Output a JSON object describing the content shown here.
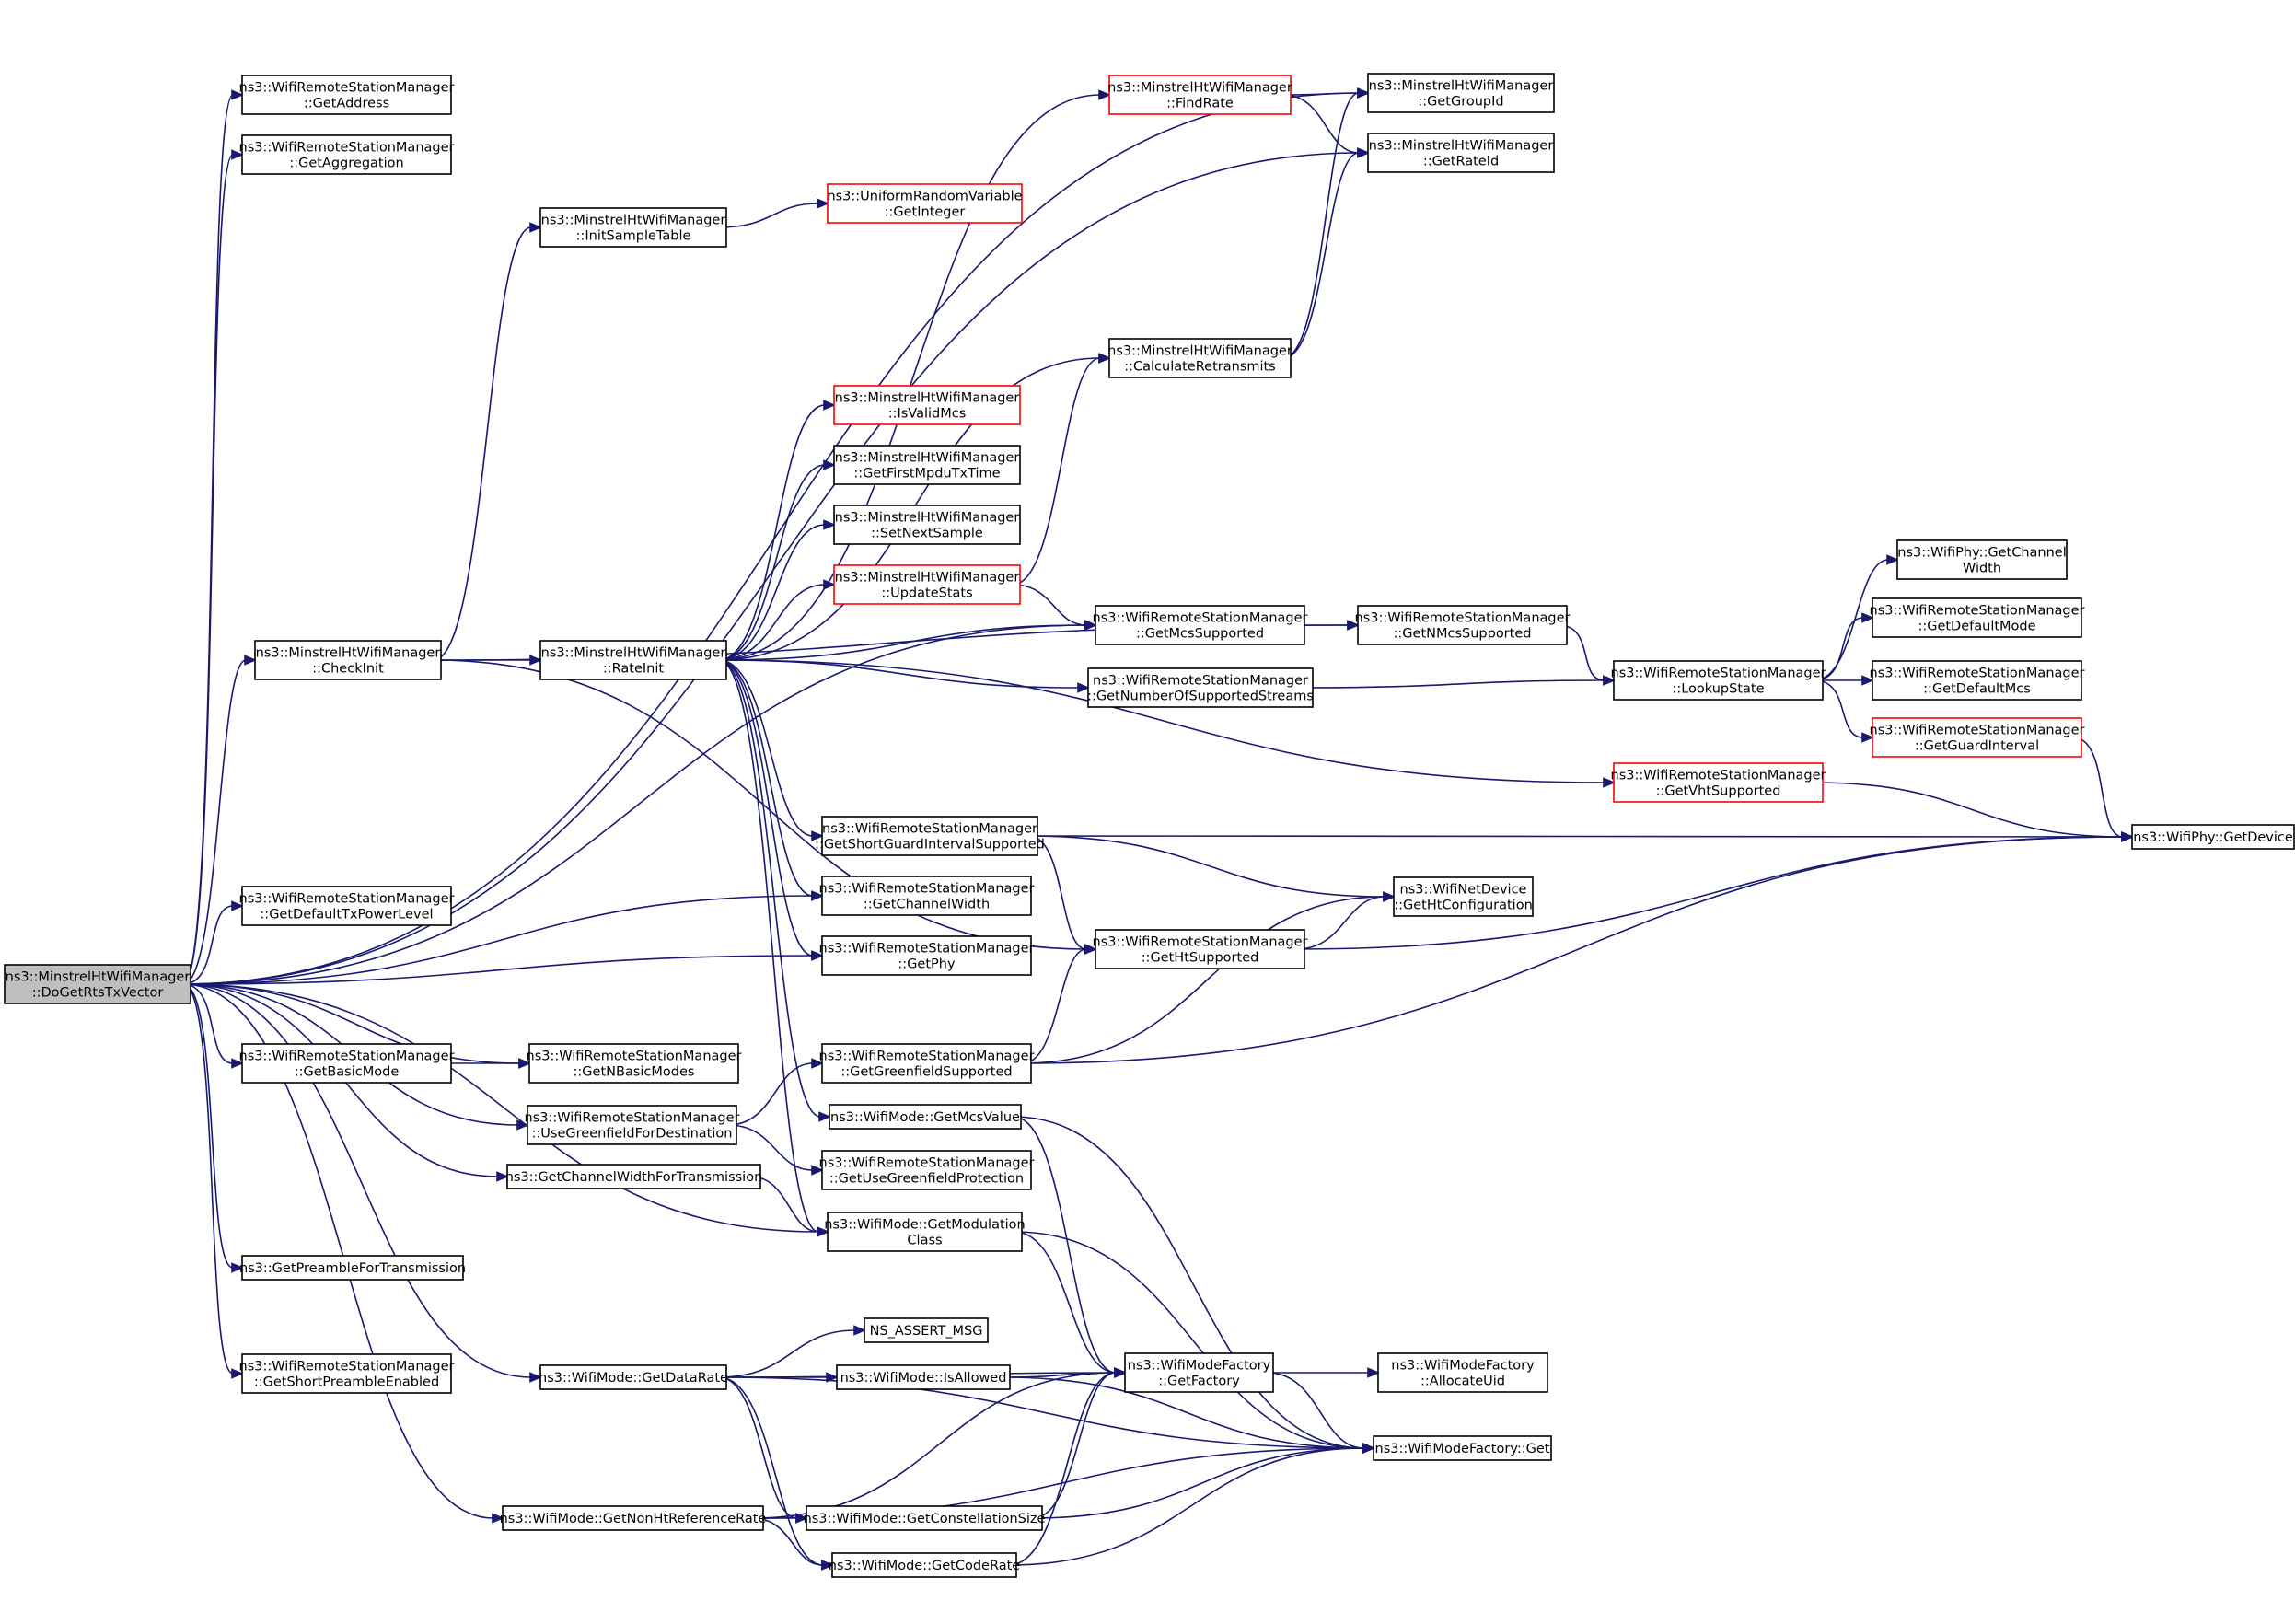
{
  "nodes": [
    {
      "id": "root",
      "lines": [
        "ns3::MinstrelHtWifiManager",
        "::DoGetRtsTxVector"
      ],
      "style": "root"
    },
    {
      "id": "getaddress",
      "lines": [
        "ns3::WifiRemoteStationManager",
        "::GetAddress"
      ]
    },
    {
      "id": "getaggregation",
      "lines": [
        "ns3::WifiRemoteStationManager",
        "::GetAggregation"
      ]
    },
    {
      "id": "checkinit",
      "lines": [
        "ns3::MinstrelHtWifiManager",
        "::CheckInit"
      ]
    },
    {
      "id": "gettxpower",
      "lines": [
        "ns3::WifiRemoteStationManager",
        "::GetDefaultTxPowerLevel"
      ]
    },
    {
      "id": "getbasicmode",
      "lines": [
        "ns3::WifiRemoteStationManager",
        "::GetBasicMode"
      ]
    },
    {
      "id": "getpreamble",
      "lines": [
        "ns3::GetPreambleForTransmission"
      ]
    },
    {
      "id": "getshortpreamble",
      "lines": [
        "ns3::WifiRemoteStationManager",
        "::GetShortPreambleEnabled"
      ]
    },
    {
      "id": "initsampletable",
      "lines": [
        "ns3::MinstrelHtWifiManager",
        "::InitSampleTable"
      ]
    },
    {
      "id": "rateinit",
      "lines": [
        "ns3::MinstrelHtWifiManager",
        "::RateInit"
      ]
    },
    {
      "id": "usegreenfield",
      "lines": [
        "ns3::WifiRemoteStationManager",
        "::UseGreenfieldForDestination"
      ]
    },
    {
      "id": "getchwidthfortx",
      "lines": [
        "ns3::GetChannelWidthForTransmission"
      ]
    },
    {
      "id": "getdatarate",
      "lines": [
        "ns3::WifiMode::GetDataRate"
      ]
    },
    {
      "id": "getnonht",
      "lines": [
        "ns3::WifiMode::GetNonHtReferenceRate"
      ]
    },
    {
      "id": "getnbasicmodes",
      "lines": [
        "ns3::WifiRemoteStationManager",
        "::GetNBasicModes"
      ]
    },
    {
      "id": "getinteger",
      "lines": [
        "ns3::UniformRandomVariable",
        "::GetInteger"
      ],
      "style": "trunc"
    },
    {
      "id": "isvalidmcs",
      "lines": [
        "ns3::MinstrelHtWifiManager",
        "::IsValidMcs"
      ],
      "style": "trunc"
    },
    {
      "id": "getfirstmpdu",
      "lines": [
        "ns3::MinstrelHtWifiManager",
        "::GetFirstMpduTxTime"
      ]
    },
    {
      "id": "setnextsample",
      "lines": [
        "ns3::MinstrelHtWifiManager",
        "::SetNextSample"
      ]
    },
    {
      "id": "updatestats",
      "lines": [
        "ns3::MinstrelHtWifiManager",
        "::UpdateStats"
      ],
      "style": "trunc"
    },
    {
      "id": "getsgisupported",
      "lines": [
        "ns3::WifiRemoteStationManager",
        "::GetShortGuardIntervalSupported"
      ]
    },
    {
      "id": "getchannelwidth",
      "lines": [
        "ns3::WifiRemoteStationManager",
        "::GetChannelWidth"
      ]
    },
    {
      "id": "getphy",
      "lines": [
        "ns3::WifiRemoteStationManager",
        "::GetPhy"
      ]
    },
    {
      "id": "getgreenfieldsupp",
      "lines": [
        "ns3::WifiRemoteStationManager",
        "::GetGreenfieldSupported"
      ]
    },
    {
      "id": "getmcsvalue",
      "lines": [
        "ns3::WifiMode::GetMcsValue"
      ]
    },
    {
      "id": "getusegfprot",
      "lines": [
        "ns3::WifiRemoteStationManager",
        "::GetUseGreenfieldProtection"
      ]
    },
    {
      "id": "getmodclass",
      "lines": [
        "ns3::WifiMode::GetModulation",
        "Class"
      ]
    },
    {
      "id": "nsassert",
      "lines": [
        "NS_ASSERT_MSG"
      ]
    },
    {
      "id": "isallowed",
      "lines": [
        "ns3::WifiMode::IsAllowed"
      ]
    },
    {
      "id": "getconstsize",
      "lines": [
        "ns3::WifiMode::GetConstellationSize"
      ]
    },
    {
      "id": "getcoderate",
      "lines": [
        "ns3::WifiMode::GetCodeRate"
      ]
    },
    {
      "id": "findrate",
      "lines": [
        "ns3::MinstrelHtWifiManager",
        "::FindRate"
      ],
      "style": "trunc"
    },
    {
      "id": "calcretrans",
      "lines": [
        "ns3::MinstrelHtWifiManager",
        "::CalculateRetransmits"
      ]
    },
    {
      "id": "getmcssupported",
      "lines": [
        "ns3::WifiRemoteStationManager",
        "::GetMcsSupported"
      ]
    },
    {
      "id": "getnumstreams",
      "lines": [
        "ns3::WifiRemoteStationManager",
        "::GetNumberOfSupportedStreams"
      ]
    },
    {
      "id": "gethtsupported",
      "lines": [
        "ns3::WifiRemoteStationManager",
        "::GetHtSupported"
      ]
    },
    {
      "id": "getfactory",
      "lines": [
        "ns3::WifiModeFactory",
        "::GetFactory"
      ]
    },
    {
      "id": "getgroupid",
      "lines": [
        "ns3::MinstrelHtWifiManager",
        "::GetGroupId"
      ]
    },
    {
      "id": "getrateid",
      "lines": [
        "ns3::MinstrelHtWifiManager",
        "::GetRateId"
      ]
    },
    {
      "id": "getnmcssupported",
      "lines": [
        "ns3::WifiRemoteStationManager",
        "::GetNMcsSupported"
      ]
    },
    {
      "id": "gethtconfig",
      "lines": [
        "ns3::WifiNetDevice",
        "::GetHtConfiguration"
      ]
    },
    {
      "id": "allocateuid",
      "lines": [
        "ns3::WifiModeFactory",
        "::AllocateUid"
      ]
    },
    {
      "id": "wmfget",
      "lines": [
        "ns3::WifiModeFactory::Get"
      ]
    },
    {
      "id": "getvhtsupported",
      "lines": [
        "ns3::WifiRemoteStationManager",
        "::GetVhtSupported"
      ],
      "style": "trunc"
    },
    {
      "id": "lookupstate",
      "lines": [
        "ns3::WifiRemoteStationManager",
        "::LookupState"
      ]
    },
    {
      "id": "phygetchwidth",
      "lines": [
        "ns3::WifiPhy::GetChannel",
        "Width"
      ]
    },
    {
      "id": "getdefaultmode",
      "lines": [
        "ns3::WifiRemoteStationManager",
        "::GetDefaultMode"
      ]
    },
    {
      "id": "getdefaultmcs",
      "lines": [
        "ns3::WifiRemoteStationManager",
        "::GetDefaultMcs"
      ]
    },
    {
      "id": "getguardinterval",
      "lines": [
        "ns3::WifiRemoteStationManager",
        "::GetGuardInterval"
      ],
      "style": "trunc"
    },
    {
      "id": "phygetdevice",
      "lines": [
        "ns3::WifiPhy::GetDevice"
      ]
    }
  ],
  "edges": [
    [
      "root",
      "getaddress"
    ],
    [
      "root",
      "getaggregation"
    ],
    [
      "root",
      "checkinit"
    ],
    [
      "root",
      "gettxpower"
    ],
    [
      "root",
      "getbasicmode"
    ],
    [
      "root",
      "getpreamble"
    ],
    [
      "root",
      "getshortpreamble"
    ],
    [
      "root",
      "usegreenfield"
    ],
    [
      "root",
      "getchwidthfortx"
    ],
    [
      "root",
      "getdatarate"
    ],
    [
      "root",
      "getnonht"
    ],
    [
      "root",
      "getnbasicmodes"
    ],
    [
      "root",
      "getchannelwidth"
    ],
    [
      "root",
      "getphy"
    ],
    [
      "root",
      "getmodclass"
    ],
    [
      "root",
      "getmcssupported"
    ],
    [
      "root",
      "getgroupid"
    ],
    [
      "root",
      "getrateid"
    ],
    [
      "checkinit",
      "initsampletable"
    ],
    [
      "checkinit",
      "rateinit"
    ],
    [
      "checkinit",
      "gethtsupported"
    ],
    [
      "checkinit",
      "getnmcssupported"
    ],
    [
      "initsampletable",
      "getinteger"
    ],
    [
      "rateinit",
      "findrate"
    ],
    [
      "rateinit",
      "calcretrans"
    ],
    [
      "rateinit",
      "isvalidmcs"
    ],
    [
      "rateinit",
      "getfirstmpdu"
    ],
    [
      "rateinit",
      "setnextsample"
    ],
    [
      "rateinit",
      "updatestats"
    ],
    [
      "rateinit",
      "getmcssupported"
    ],
    [
      "rateinit",
      "getnumstreams"
    ],
    [
      "rateinit",
      "getvhtsupported"
    ],
    [
      "rateinit",
      "getsgisupported"
    ],
    [
      "rateinit",
      "getchannelwidth"
    ],
    [
      "rateinit",
      "getphy"
    ],
    [
      "rateinit",
      "getmcsvalue"
    ],
    [
      "rateinit",
      "getmodclass"
    ],
    [
      "getbasicmode",
      "getnbasicmodes"
    ],
    [
      "usegreenfield",
      "getgreenfieldsupp"
    ],
    [
      "usegreenfield",
      "getusegfprot"
    ],
    [
      "getchwidthfortx",
      "getmodclass"
    ],
    [
      "getdatarate",
      "nsassert"
    ],
    [
      "getdatarate",
      "isallowed"
    ],
    [
      "getdatarate",
      "getfactory"
    ],
    [
      "getdatarate",
      "wmfget"
    ],
    [
      "getdatarate",
      "getconstsize"
    ],
    [
      "getdatarate",
      "getcoderate"
    ],
    [
      "getnonht",
      "getconstsize"
    ],
    [
      "getnonht",
      "getcoderate"
    ],
    [
      "getnonht",
      "getfactory"
    ],
    [
      "getnonht",
      "wmfget"
    ],
    [
      "updatestats",
      "calcretrans"
    ],
    [
      "updatestats",
      "getmcssupported"
    ],
    [
      "findrate",
      "getgroupid"
    ],
    [
      "findrate",
      "getrateid"
    ],
    [
      "calcretrans",
      "getgroupid"
    ],
    [
      "calcretrans",
      "getrateid"
    ],
    [
      "getmcssupported",
      "getnmcssupported"
    ],
    [
      "getnmcssupported",
      "lookupstate"
    ],
    [
      "getnumstreams",
      "lookupstate"
    ],
    [
      "getsgisupported",
      "phygetdevice"
    ],
    [
      "getsgisupported",
      "gethtconfig"
    ],
    [
      "getsgisupported",
      "gethtsupported"
    ],
    [
      "gethtsupported",
      "gethtconfig"
    ],
    [
      "gethtsupported",
      "phygetdevice"
    ],
    [
      "getgreenfieldsupp",
      "gethtsupported"
    ],
    [
      "getgreenfieldsupp",
      "gethtconfig"
    ],
    [
      "getgreenfieldsupp",
      "phygetdevice"
    ],
    [
      "getmcsvalue",
      "getfactory"
    ],
    [
      "getmcsvalue",
      "wmfget"
    ],
    [
      "getmodclass",
      "getfactory"
    ],
    [
      "getmodclass",
      "wmfget"
    ],
    [
      "isallowed",
      "getfactory"
    ],
    [
      "isallowed",
      "wmfget"
    ],
    [
      "getconstsize",
      "getfactory"
    ],
    [
      "getconstsize",
      "wmfget"
    ],
    [
      "getcoderate",
      "getfactory"
    ],
    [
      "getcoderate",
      "wmfget"
    ],
    [
      "getfactory",
      "allocateuid"
    ],
    [
      "getfactory",
      "wmfget"
    ],
    [
      "getvhtsupported",
      "phygetdevice"
    ],
    [
      "lookupstate",
      "phygetchwidth"
    ],
    [
      "lookupstate",
      "getdefaultmode"
    ],
    [
      "lookupstate",
      "getdefaultmcs"
    ],
    [
      "lookupstate",
      "getguardinterval"
    ],
    [
      "getguardinterval",
      "phygetdevice"
    ]
  ],
  "colors": {
    "edge": "#191970",
    "node_border": "#000000",
    "truncated_border": "#ff0000",
    "root_fill": "#bfbfbf",
    "background": "#ffffff"
  }
}
